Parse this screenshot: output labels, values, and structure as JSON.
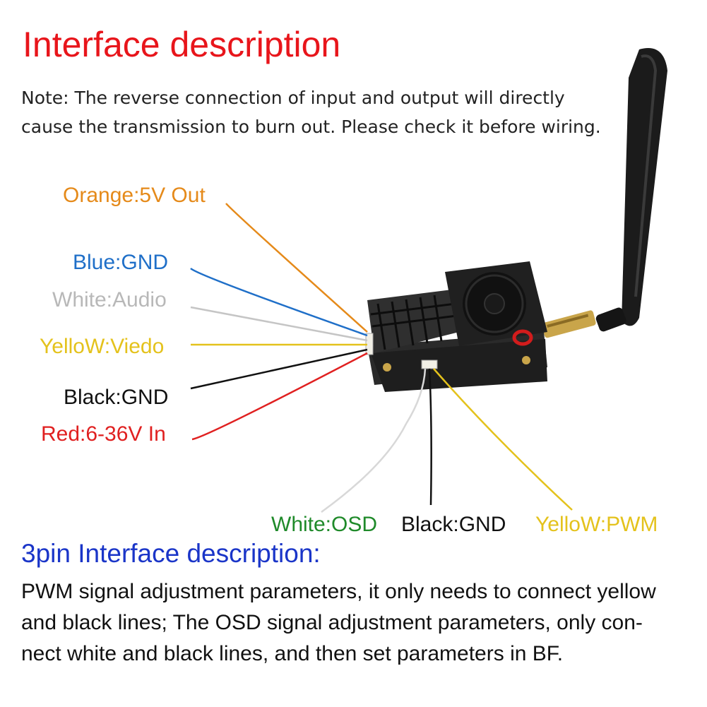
{
  "title": {
    "text": "Interface description",
    "color": "#e8151b"
  },
  "note": {
    "line1": "Note: The reverse connection of input and output will directly",
    "line2": "cause the transmission to burn out. Please check it before wiring."
  },
  "wires": {
    "orange": {
      "label": "Orange:5V Out",
      "color": "#e58a1a"
    },
    "blue": {
      "label": "Blue:GND",
      "color": "#1f6fc8"
    },
    "white": {
      "label": "White:Audio",
      "color": "#b8b8b8"
    },
    "yellow": {
      "label": "YelloW:Viedo",
      "color": "#e4c21c"
    },
    "black": {
      "label": "Black:GND",
      "color": "#111111"
    },
    "red": {
      "label": "Red:6-36V In",
      "color": "#e02020"
    },
    "osd": {
      "label": "White:OSD",
      "color": "#1f8a2a"
    },
    "gnd2": {
      "label": "Black:GND",
      "color": "#111111"
    },
    "pwm": {
      "label": "YelloW:PWM",
      "color": "#e4c21c"
    }
  },
  "section": {
    "title": "3pin Interface description:",
    "color": "#1a35c8",
    "line1": "PWM signal adjustment parameters, it only needs to connect yellow",
    "line2": "and black lines; The OSD signal adjustment parameters, only con-",
    "line3": "nect white and black lines, and then set parameters in BF."
  },
  "icons": {
    "device": "video-transmitter-icon",
    "antenna": "antenna-icon",
    "fan": "cooling-fan-icon"
  }
}
